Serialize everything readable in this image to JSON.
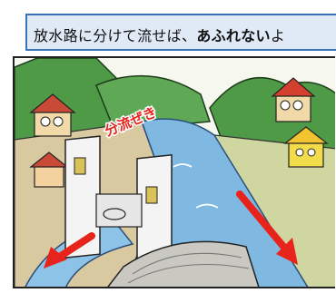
{
  "caption": {
    "part1": "放水路に分けて流せば、",
    "bold": "あふれない",
    "part2": "よ"
  },
  "illustration": {
    "label": "分流ぜき"
  },
  "colors": {
    "caption_border": "#3a72b8",
    "caption_bg": "#dfeaf6",
    "arrow": "#e8231c",
    "label": "#e8231c",
    "water": "#7fb8e0",
    "mountain": "#4f9a46"
  }
}
